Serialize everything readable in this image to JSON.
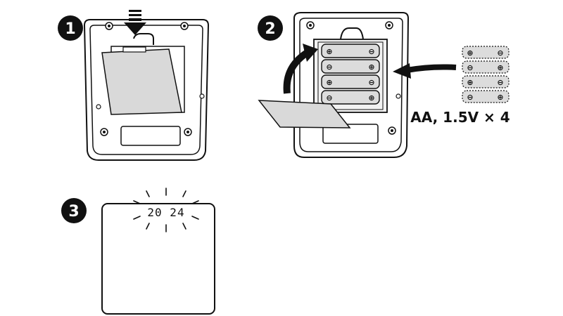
{
  "steps": [
    {
      "number": "1",
      "icon": "step-1-badge"
    },
    {
      "number": "2",
      "icon": "step-2-badge"
    },
    {
      "number": "3",
      "icon": "step-3-badge"
    }
  ],
  "battery_spec": "AA, 1.5V × 4",
  "display_year": "20 24",
  "battery_polarity": {
    "plus": "⊕",
    "minus": "⊖"
  },
  "colors": {
    "outline": "#111111",
    "cover_fill": "#d9d9d9",
    "battery_fill": "#dcdcdc",
    "background": "#ffffff"
  }
}
